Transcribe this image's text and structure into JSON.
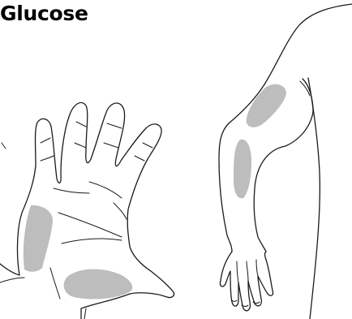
{
  "title": "Glucose",
  "colors": {
    "ink": "#1a1a1a",
    "site": "#bdbdbd",
    "background": "#ffffff"
  },
  "illustrations": [
    {
      "name": "hand-palm",
      "sites": [
        "palm-heel",
        "palm-thenar"
      ]
    },
    {
      "name": "arm",
      "sites": [
        "upper-arm",
        "forearm"
      ]
    }
  ]
}
